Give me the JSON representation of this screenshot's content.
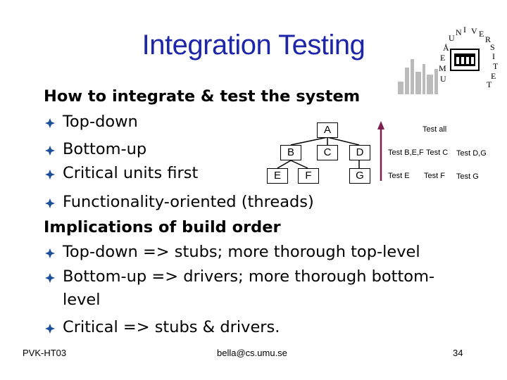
{
  "slide": {
    "title": "Integration Testing",
    "sections": [
      {
        "heading": "How to integrate & test the system",
        "items": [
          "Top-down",
          "Bottom-up",
          "Critical units first",
          "Functionality-oriented (threads)"
        ]
      },
      {
        "heading": "Implications of build order",
        "items": [
          "Top-down => stubs; more thorough top-level",
          "Bottom-up => drivers; more thorough bottom-",
          "level",
          "Critical => stubs & drivers."
        ]
      }
    ]
  },
  "diagram": {
    "nodes": [
      "A",
      "B",
      "C",
      "D",
      "E",
      "F",
      "G"
    ],
    "tests": {
      "all": "Test all",
      "bef": "Test B,E,F",
      "c": "Test C",
      "dg": "Test D,G",
      "e": "Test E",
      "f": "Test F",
      "g": "Test G"
    },
    "arrow_color": "#7a1f4f"
  },
  "logo": {
    "letters": [
      "U",
      "M",
      "E",
      "Å",
      "U",
      "N",
      "I",
      "V",
      "E",
      "R",
      "S",
      "I",
      "T",
      "E",
      "T"
    ]
  },
  "footer": {
    "left": "PVK-HT03",
    "center": "bella@cs.umu.se",
    "page": "34"
  },
  "colors": {
    "title": "#1d25a8",
    "bullet": "#1b4f9a"
  }
}
